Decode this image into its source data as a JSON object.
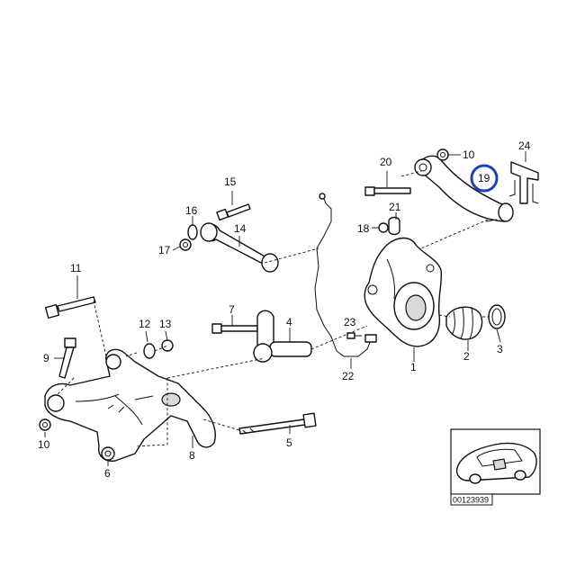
{
  "labels": {
    "l1": "1",
    "l2": "2",
    "l3": "3",
    "l4": "4",
    "l5": "5",
    "l6": "6",
    "l7": "7",
    "l8": "8",
    "l9": "9",
    "l10a": "10",
    "l10b": "10",
    "l11": "11",
    "l12": "12",
    "l13": "13",
    "l14": "14",
    "l15": "15",
    "l16": "16",
    "l17": "17",
    "l18": "18",
    "l19": "19",
    "l20": "20",
    "l21": "21",
    "l22": "22",
    "l23": "23",
    "l24": "24"
  },
  "highlight": {
    "part": "19",
    "color": "#1f3fbf"
  },
  "inset": {
    "code": "00123939"
  }
}
